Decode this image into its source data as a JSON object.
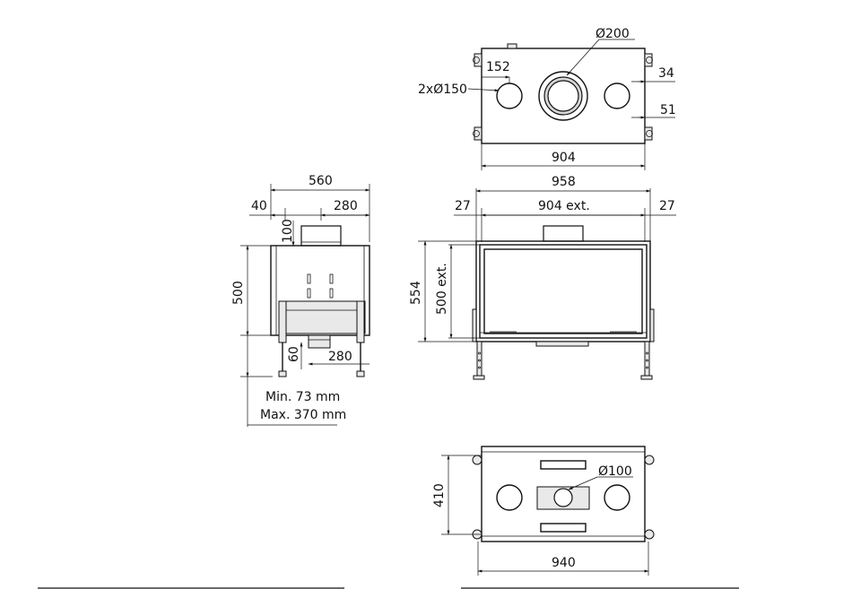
{
  "top_view": {
    "dia_flue": "Ø200",
    "dim_152": "152",
    "side_holes": "2xØ150",
    "dim_34": "34",
    "dim_51": "51",
    "width_904": "904"
  },
  "side_view": {
    "dim_560": "560",
    "dim_40": "40",
    "dim_280_top": "280",
    "dim_100": "100",
    "dim_500": "500",
    "dim_60": "60",
    "dim_280_bottom": "280",
    "min_height": "Min. 73 mm",
    "max_height": "Max. 370 mm"
  },
  "front_view": {
    "dim_958": "958",
    "dim_27_left": "27",
    "dim_904_ext": "904 ext.",
    "dim_27_right": "27",
    "dim_554": "554",
    "dim_500_ext": "500 ext."
  },
  "bottom_view": {
    "dim_410": "410",
    "dia_100": "Ø100",
    "dim_940": "940"
  }
}
